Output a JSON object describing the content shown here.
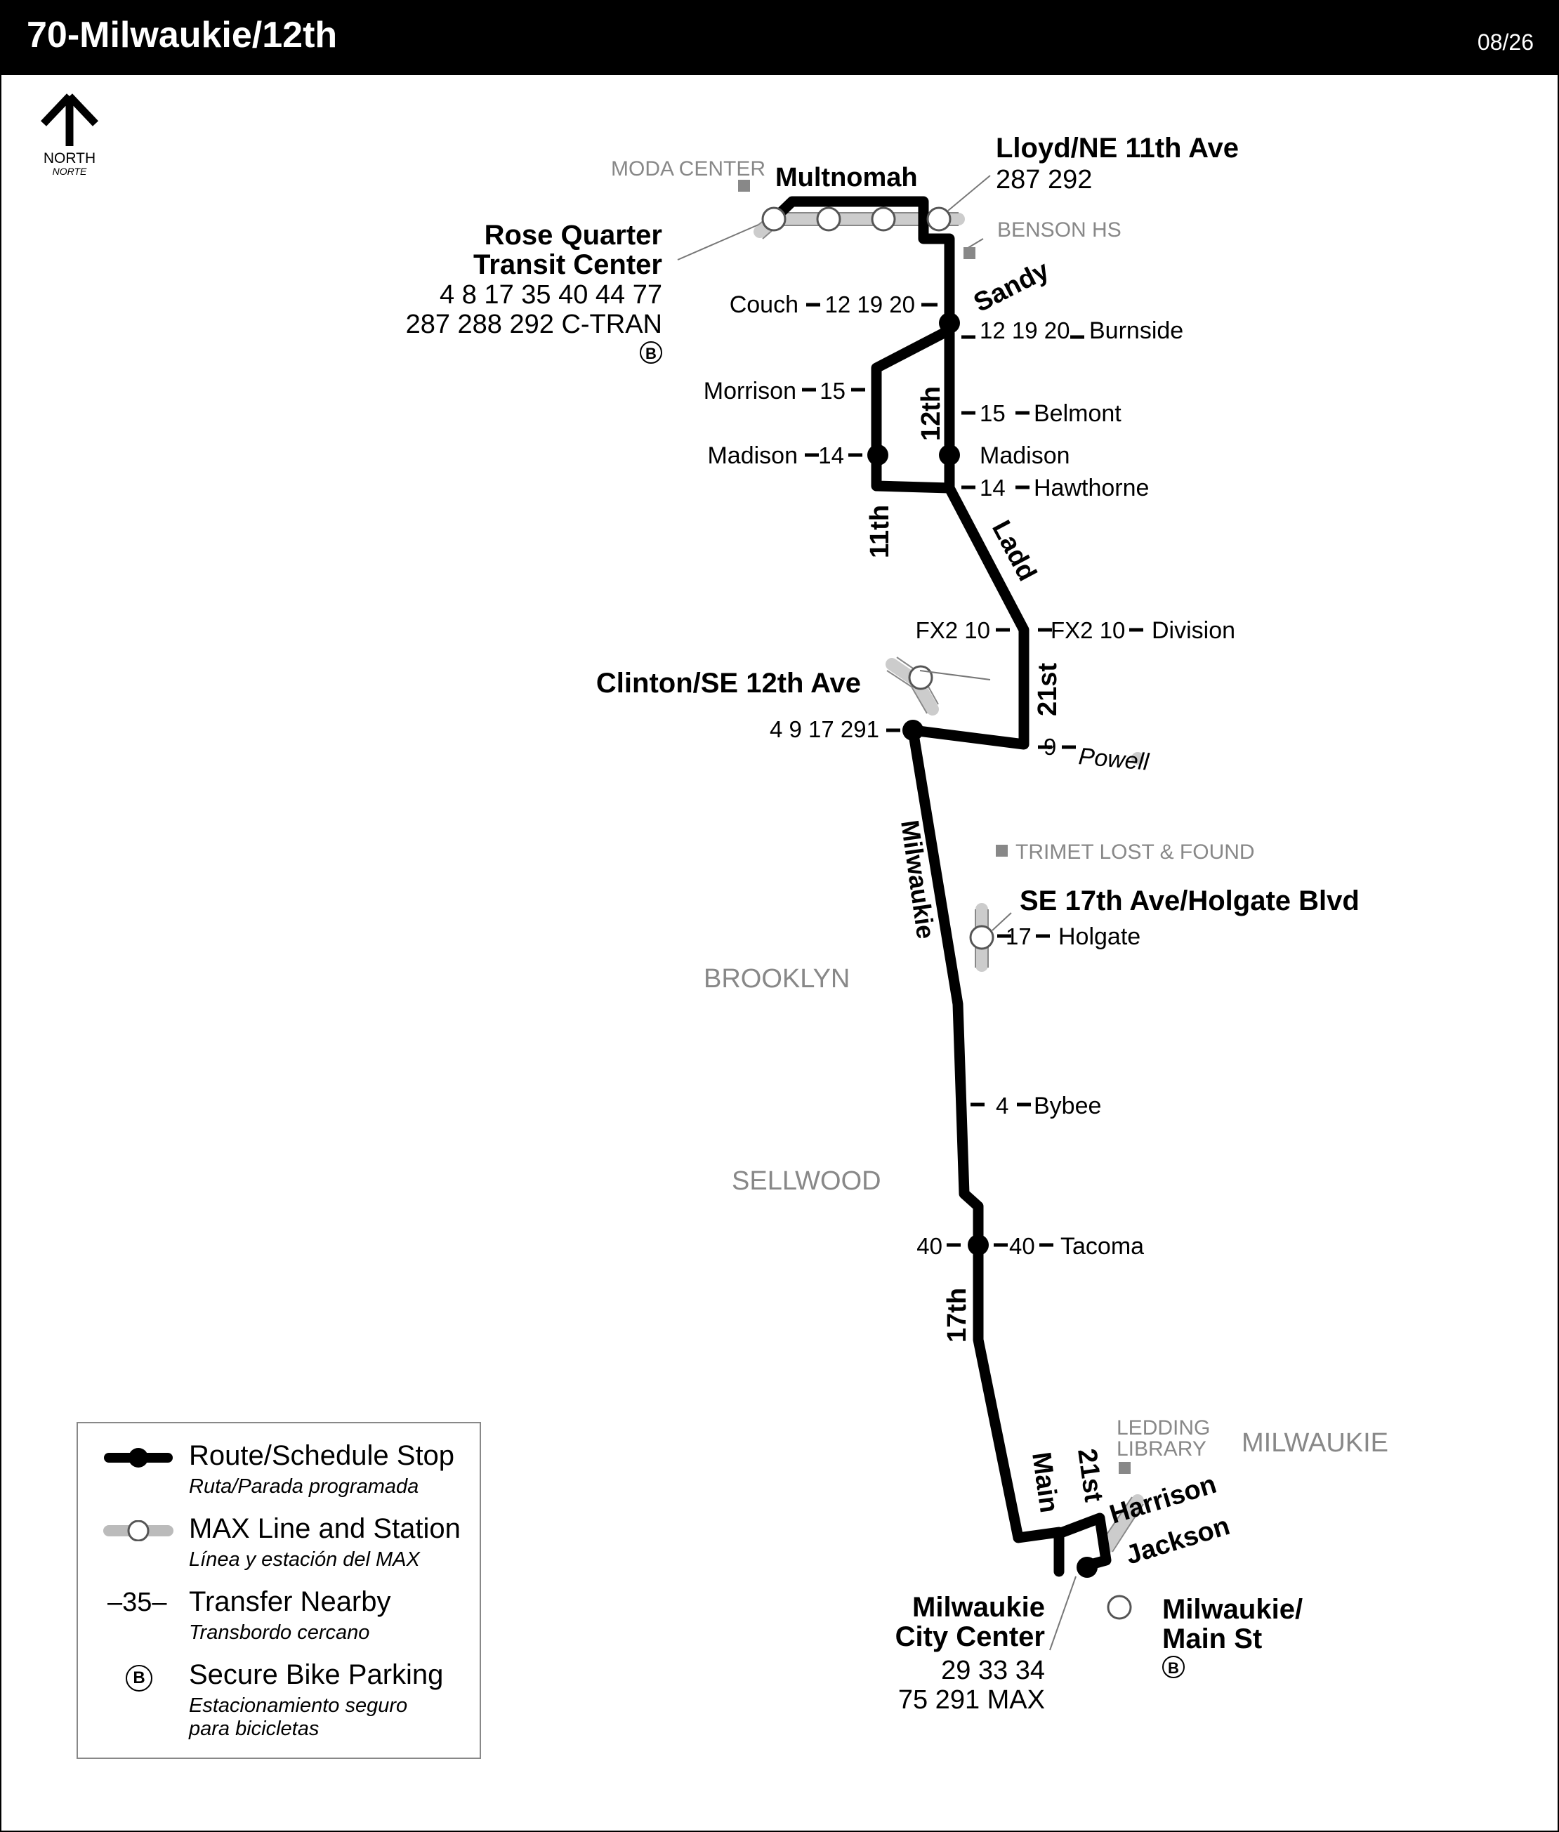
{
  "header": {
    "route": "70-Milwaukie/12th",
    "date": "08/26"
  },
  "north": {
    "label": "NORTH",
    "label_es": "NORTE"
  },
  "landmarks": {
    "moda_center": "MODA CENTER",
    "benson_hs": "BENSON HS",
    "trimet_lost_found": "TRIMET LOST & FOUND",
    "ledding_library_1": "LEDDING",
    "ledding_library_2": "LIBRARY"
  },
  "neighborhoods": {
    "brooklyn": "BROOKLYN",
    "sellwood": "SELLWOOD",
    "milwaukie": "MILWAUKIE"
  },
  "streets": {
    "multnomah": "Multnomah",
    "sandy": "Sandy",
    "twelfth": "12th",
    "eleventh": "11th",
    "ladd": "Ladd",
    "twenty_first": "21st",
    "milwaukie": "Milwaukie",
    "seventeenth": "17th",
    "main": "Main",
    "twenty_first_south": "21st",
    "harrison": "Harrison",
    "jackson": "Jackson"
  },
  "stops": {
    "rose_quarter": {
      "name1": "Rose Quarter",
      "name2": "Transit Center",
      "lines1": "4 8 17 35 40 44 77",
      "lines2": "287 288 292 C-TRAN",
      "bike": "B"
    },
    "lloyd": {
      "name": "Lloyd/NE 11th Ave",
      "lines": "287 292"
    },
    "clinton": {
      "name": "Clinton/SE 12th Ave",
      "lines": "4 9 17 291"
    },
    "holgate_max": {
      "name": "SE 17th Ave/Holgate Blvd"
    },
    "milwaukie_cc": {
      "name1": "Milwaukie",
      "name2": "City Center",
      "lines1": "29 33 34",
      "lines2": "75 291 MAX"
    },
    "milwaukie_main": {
      "name1": "Milwaukie/",
      "name2": "Main St",
      "bike": "B"
    }
  },
  "transfers": {
    "couch": {
      "street": "Couch",
      "lines": "12 19 20"
    },
    "burnside": {
      "street": "Burnside",
      "lines": "12 19 20"
    },
    "morrison": {
      "street": "Morrison",
      "lines": "15"
    },
    "belmont": {
      "street": "Belmont",
      "lines": "15"
    },
    "madison_w": {
      "street": "Madison",
      "lines": "14"
    },
    "madison_e": {
      "street": "Madison"
    },
    "hawthorne": {
      "street": "Hawthorne",
      "lines": "14"
    },
    "division_w": {
      "lines": "FX2 10"
    },
    "division_e": {
      "street": "Division",
      "lines": "FX2 10"
    },
    "powell": {
      "street": "Powell",
      "lines": "9"
    },
    "holgate": {
      "street": "Holgate",
      "lines": "17"
    },
    "bybee": {
      "street": "Bybee",
      "lines": "4"
    },
    "tacoma_w": {
      "lines": "40"
    },
    "tacoma_e": {
      "street": "Tacoma",
      "lines": "40"
    }
  },
  "legend": {
    "items": [
      {
        "label": "Route/Schedule Stop",
        "label_es": "Ruta/Parada programada"
      },
      {
        "label": "MAX Line and Station",
        "label_es": "Línea y estación del MAX"
      },
      {
        "label": "Transfer Nearby",
        "label_es": "Transbordo cercano",
        "symbol": "–35–"
      },
      {
        "label": "Secure Bike Parking",
        "label_es_1": "Estacionamiento seguro",
        "label_es_2": "para bicicletas",
        "symbol": "B"
      }
    ]
  },
  "colors": {
    "route": "#000000",
    "max_line": "#cccccc",
    "landmark": "#888888"
  }
}
